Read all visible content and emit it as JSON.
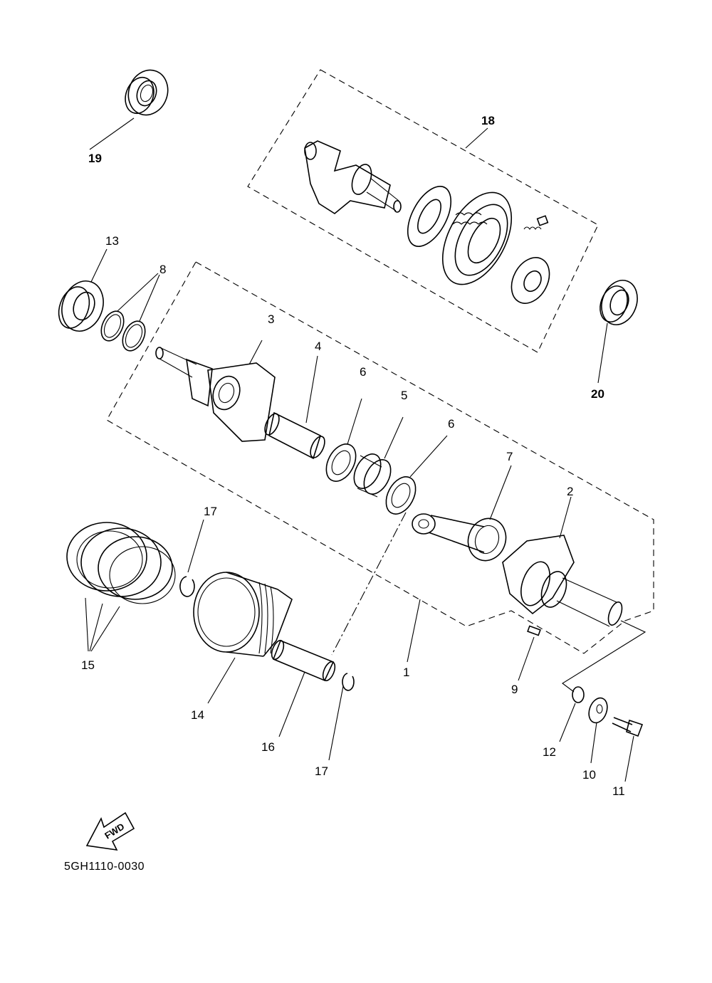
{
  "diagram_code": "5GH1110-0030",
  "fwd_label": "FWD",
  "parts": [
    {
      "id": "p1",
      "label": "1",
      "bold": false
    },
    {
      "id": "p2",
      "label": "2",
      "bold": false
    },
    {
      "id": "p3",
      "label": "3",
      "bold": false
    },
    {
      "id": "p4",
      "label": "4",
      "bold": false
    },
    {
      "id": "p5",
      "label": "5",
      "bold": false
    },
    {
      "id": "p6a",
      "label": "6",
      "bold": false
    },
    {
      "id": "p6b",
      "label": "6",
      "bold": false
    },
    {
      "id": "p7",
      "label": "7",
      "bold": false
    },
    {
      "id": "p8",
      "label": "8",
      "bold": false
    },
    {
      "id": "p9",
      "label": "9",
      "bold": false
    },
    {
      "id": "p10",
      "label": "10",
      "bold": false
    },
    {
      "id": "p11",
      "label": "11",
      "bold": false
    },
    {
      "id": "p12",
      "label": "12",
      "bold": false
    },
    {
      "id": "p13",
      "label": "13",
      "bold": false
    },
    {
      "id": "p14",
      "label": "14",
      "bold": false
    },
    {
      "id": "p15",
      "label": "15",
      "bold": false
    },
    {
      "id": "p16",
      "label": "16",
      "bold": false
    },
    {
      "id": "p17a",
      "label": "17",
      "bold": false
    },
    {
      "id": "p17b",
      "label": "17",
      "bold": false
    },
    {
      "id": "p18",
      "label": "18",
      "bold": true
    },
    {
      "id": "p19",
      "label": "19",
      "bold": true
    },
    {
      "id": "p20",
      "label": "20",
      "bold": true
    }
  ]
}
